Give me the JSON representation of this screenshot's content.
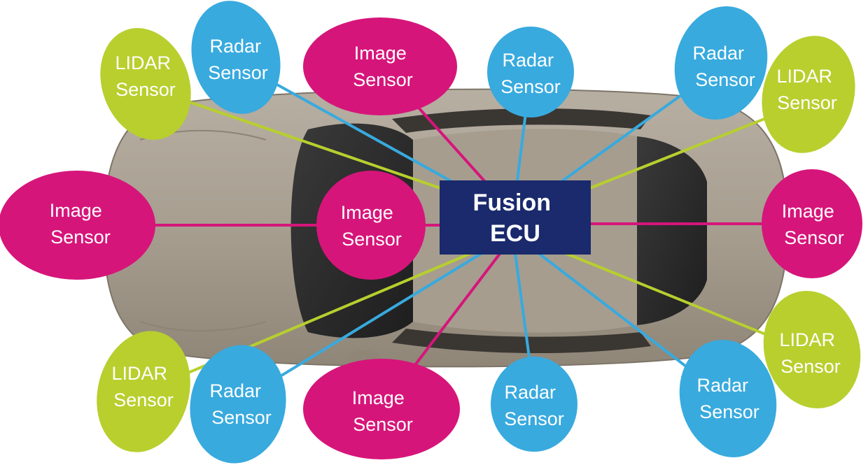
{
  "ecu": {
    "line1": "Fusion",
    "line2": "ECU"
  },
  "sensors": [
    {
      "id": "lidar-front-left",
      "type": "lidar",
      "line1": "LIDAR",
      "line2": "Sensor"
    },
    {
      "id": "radar-front-left",
      "type": "radar",
      "line1": "Radar",
      "line2": "Sensor"
    },
    {
      "id": "image-front",
      "type": "image",
      "line1": "Image",
      "line2": "Sensor"
    },
    {
      "id": "radar-front-center",
      "type": "radar",
      "line1": "Radar",
      "line2": "Sensor"
    },
    {
      "id": "radar-front-right",
      "type": "radar",
      "line1": "Radar",
      "line2": "Sensor"
    },
    {
      "id": "lidar-front-right",
      "type": "lidar",
      "line1": "LIDAR",
      "line2": "Sensor"
    },
    {
      "id": "image-left",
      "type": "image",
      "line1": "Image",
      "line2": "Sensor"
    },
    {
      "id": "image-center",
      "type": "image",
      "line1": "Image",
      "line2": "Sensor"
    },
    {
      "id": "image-right",
      "type": "image",
      "line1": "Image",
      "line2": "Sensor"
    },
    {
      "id": "lidar-rear-left",
      "type": "lidar",
      "line1": "LIDAR",
      "line2": "Sensor"
    },
    {
      "id": "radar-rear-left",
      "type": "radar",
      "line1": "Radar",
      "line2": "Sensor"
    },
    {
      "id": "image-rear",
      "type": "image",
      "line1": "Image",
      "line2": "Sensor"
    },
    {
      "id": "radar-rear-center",
      "type": "radar",
      "line1": "Radar",
      "line2": "Sensor"
    },
    {
      "id": "radar-rear-right",
      "type": "radar",
      "line1": "Radar",
      "line2": "Sensor"
    },
    {
      "id": "lidar-rear-right",
      "type": "lidar",
      "line1": "LIDAR",
      "line2": "Sensor"
    }
  ],
  "colors": {
    "lidar": "#b8cf2e",
    "radar": "#38aade",
    "image": "#d6157a",
    "ecu": "#1a2a6c",
    "car_body": "#a59c8e",
    "car_glass": "#2b2b2b"
  }
}
